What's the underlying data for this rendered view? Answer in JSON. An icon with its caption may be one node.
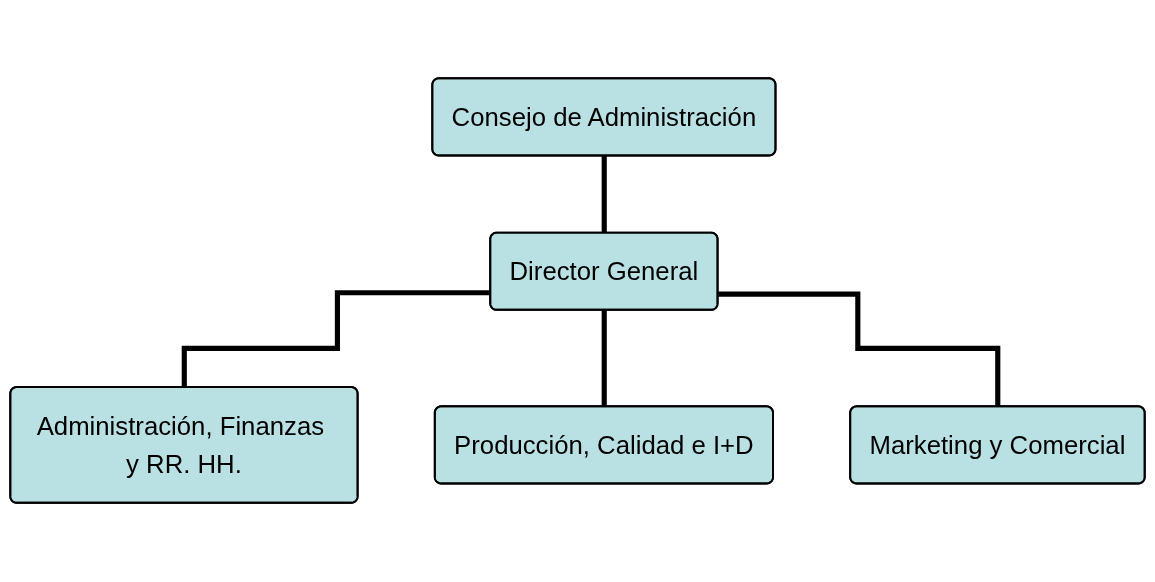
{
  "diagram": {
    "nodes": [
      {
        "text": [
          "Consejo de Administración"
        ]
      },
      {
        "text": [
          "Director General"
        ]
      },
      {
        "text": [
          "Administración, Finanzas y RR. HH."
        ]
      },
      {
        "text": [
          "Producción, Calidad e I+D"
        ]
      },
      {
        "text": [
          "Marketing y Comercial"
        ]
      }
    ],
    "edges": [
      {
        "from": 0,
        "to": 1,
        "arrow": "none"
      },
      {
        "from": 1,
        "to": 2,
        "arrow": "none"
      },
      {
        "from": 1,
        "to": 3,
        "arrow": "none"
      },
      {
        "from": 1,
        "to": 4,
        "arrow": "none"
      }
    ]
  }
}
